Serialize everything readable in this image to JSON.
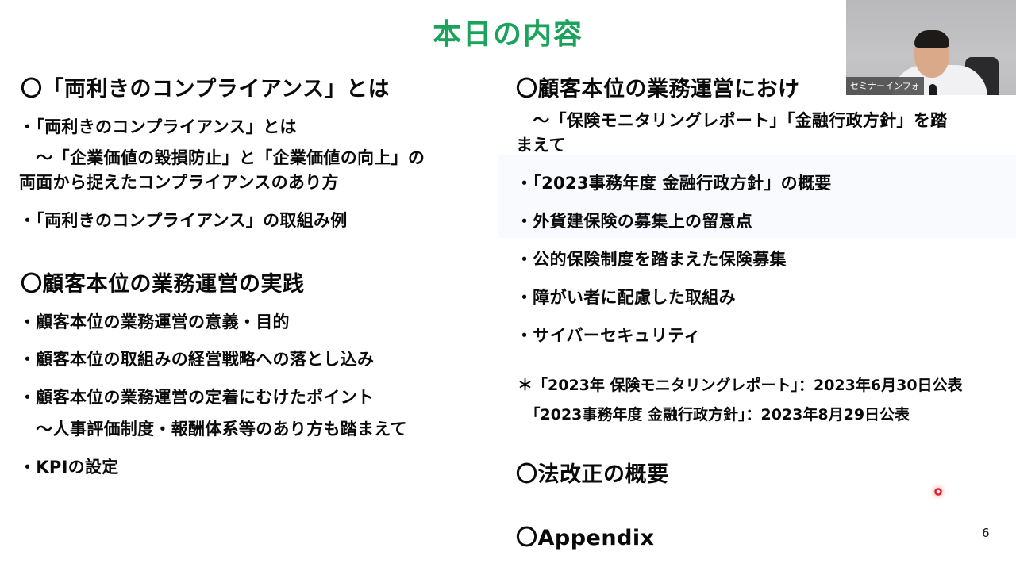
{
  "slide": {
    "title": "本日の内容",
    "page_number": "6",
    "title_color": "#1aa35a",
    "left_column": {
      "section1": {
        "heading": "〇「両利きのコンプライアンス」とは",
        "items": [
          "・「両利きのコンプライアンス」とは",
          "　～「企業価値の毀損防止」と「企業価値の向上」の",
          "両面から捉えたコンプライアンスのあり方",
          "・「両利きのコンプライアンス」の取組み例"
        ]
      },
      "section2": {
        "heading": "〇顧客本位の業務運営の実践",
        "items": [
          "・顧客本位の業務運営の意義・目的",
          "・顧客本位の取組みの経営戦略への落とし込み",
          "・顧客本位の業務運営の定着にむけたポイント",
          "　～人事評価制度・報酬体系等のあり方も踏まえて",
          "・KPIの設定"
        ]
      }
    },
    "right_column": {
      "section3": {
        "heading": "〇顧客本位の業務運営におけ",
        "subtitle_line1": "　～「保険モニタリングレポート」「金融行政方針」を踏",
        "subtitle_line2": "まえて",
        "items": [
          "・「2023事務年度 金融行政方針」の概要",
          "・外貨建保険の募集上の留意点",
          "・公的保険制度を踏まえた保険募集",
          "・障がい者に配慮した取組み",
          "・サイバーセキュリティ"
        ],
        "notes": [
          "＊「2023年 保険モニタリングレポート」：2023年6月30日公表",
          "　「2023事務年度 金融行政方針」：2023年8月29日公表"
        ]
      },
      "section4": {
        "heading": "〇法改正の概要"
      },
      "section5": {
        "heading": "〇Appendix"
      }
    }
  },
  "webcam": {
    "name_label": "セミナーインフォ"
  }
}
